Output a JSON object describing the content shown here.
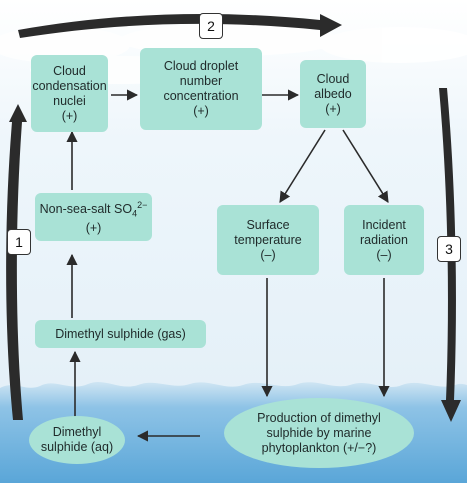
{
  "nodes": {
    "ccn": {
      "lines": [
        "Cloud",
        "condensation",
        "nuclei",
        "(+)"
      ]
    },
    "cdnc": {
      "lines": [
        "Cloud droplet",
        "number",
        "concentration",
        "(+)"
      ]
    },
    "albedo": {
      "lines": [
        "Cloud",
        "albedo",
        "(+)"
      ]
    },
    "nss": {
      "main": "Non-sea-salt SO",
      "sub": "4",
      "sup": "2−",
      "sign": "(+)"
    },
    "surface_temp": {
      "lines": [
        "Surface",
        "temperature",
        "(–)"
      ]
    },
    "incident": {
      "lines": [
        "Incident",
        "radiation",
        "(–)"
      ]
    },
    "dms_gas": {
      "lines": [
        "Dimethyl sulphide (gas)"
      ]
    },
    "dms_aq": {
      "lines": [
        "Dimethyl",
        "sulphide (aq)"
      ]
    },
    "production": {
      "lines": [
        "Production of dimethyl",
        "sulphide by marine",
        "phytoplankton (+/−?)"
      ]
    }
  },
  "steps": {
    "one": "1",
    "two": "2",
    "three": "3"
  },
  "colors": {
    "box": "#a9e2d6",
    "sky": "#dcecf6",
    "sea_top": "#bfdcef",
    "sea_bottom": "#5fa8d8",
    "arrow": "#2b2b2b"
  }
}
